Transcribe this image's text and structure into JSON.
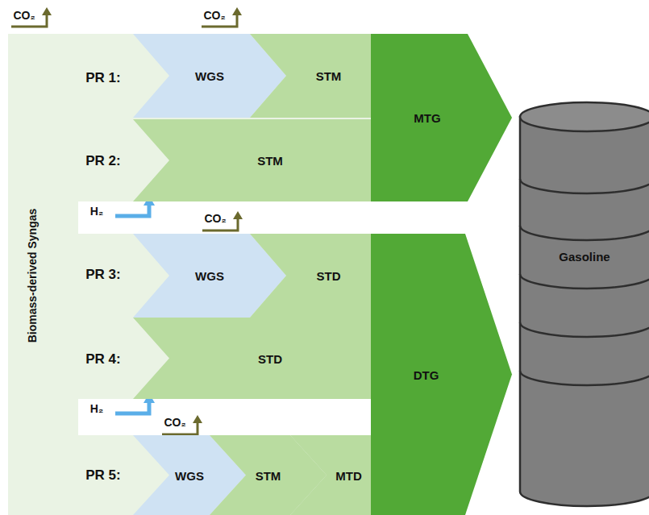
{
  "diagram": {
    "nodes": [
      {
        "text": [
          "Biomass-derived Syngas"
        ]
      },
      {
        "text": [
          "WGS"
        ]
      },
      {
        "text": [
          "STM"
        ]
      },
      {
        "text": [
          "MTG"
        ]
      },
      {
        "text": [
          "STM"
        ]
      },
      {
        "text": [
          "WGS"
        ]
      },
      {
        "text": [
          "STD"
        ]
      },
      {
        "text": [
          "STD"
        ]
      },
      {
        "text": [
          "DTG"
        ]
      },
      {
        "text": [
          "WGS"
        ]
      },
      {
        "text": [
          "STM"
        ]
      },
      {
        "text": [
          "MTD"
        ]
      },
      {
        "text": [
          "Gasoline"
        ]
      }
    ],
    "labels": [
      "CO₂",
      "CO₂",
      "PR 1:",
      "PR 2:",
      "H₂",
      "CO₂",
      "PR 3:",
      "PR 4:",
      "H₂",
      "CO₂",
      "PR 5:"
    ]
  }
}
